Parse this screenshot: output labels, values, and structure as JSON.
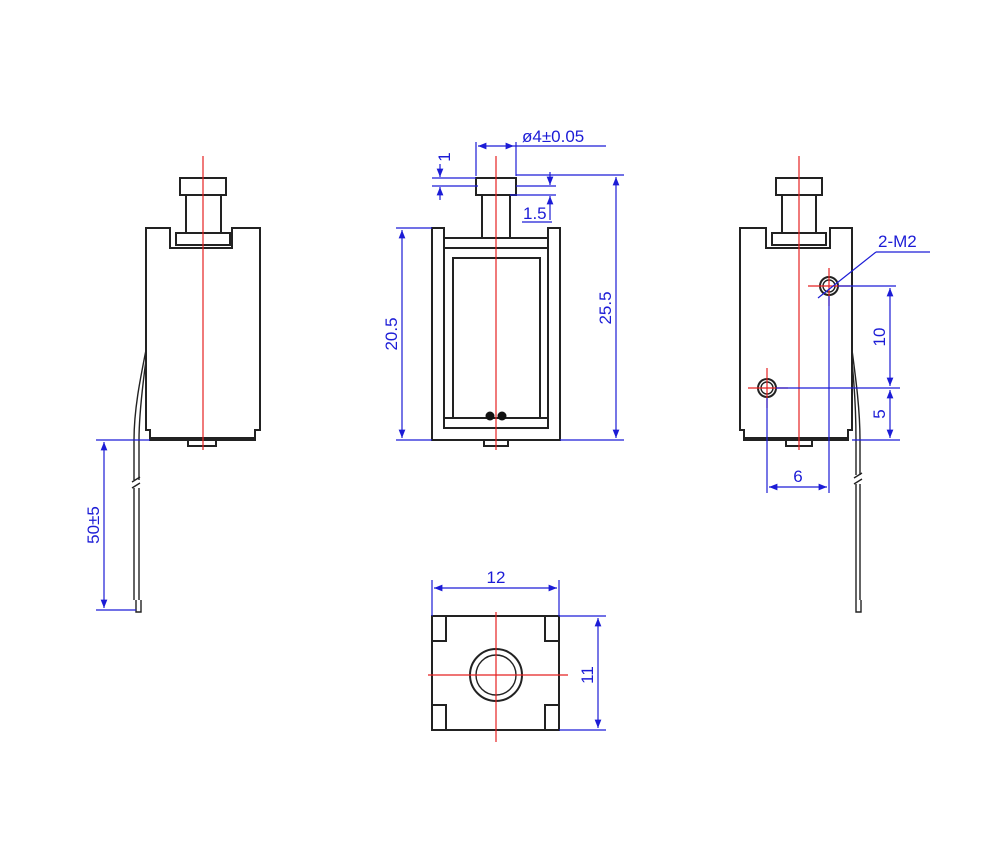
{
  "colors": {
    "part": "#222222",
    "centerline": "#e52222",
    "dimension": "#1c1cd6"
  },
  "dimensions": {
    "plunger_diameter": "ø4±0.05",
    "plunger_head": "1",
    "plunger_step": "1.5",
    "frame_height": "20.5",
    "overall_height": "25.5",
    "lead_length": "50±5",
    "mount_holes": "2-M2",
    "hole_spacing_vertical": "10",
    "hole_offset_bottom": "5",
    "hole_offset_horizontal": "6",
    "body_width": "12",
    "body_depth": "11"
  }
}
